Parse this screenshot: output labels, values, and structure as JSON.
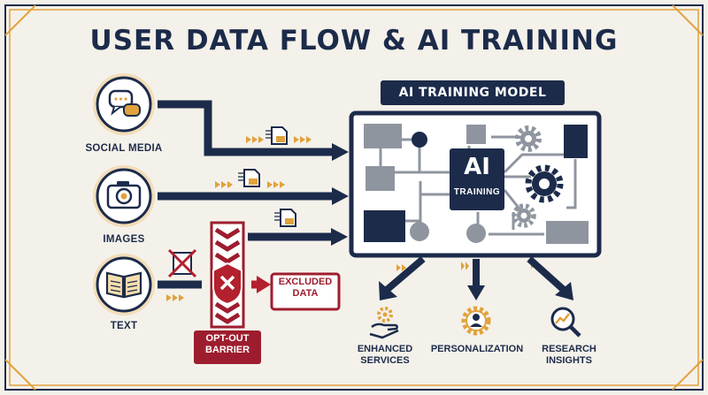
{
  "title": "USER DATA FLOW & AI TRAINING",
  "colors": {
    "navy": "#1c2b4a",
    "gold": "#e0a23c",
    "crimson": "#9d1d2e",
    "gray": "#8f959f",
    "background": "#f4f1ea"
  },
  "sources": [
    {
      "label": "SOCIAL MEDIA",
      "icon": "chat-bubbles-icon"
    },
    {
      "label": "IMAGES",
      "icon": "camera-icon"
    },
    {
      "label": "TEXT",
      "icon": "open-book-icon"
    }
  ],
  "model": {
    "label": "AI TRAINING MODEL",
    "core_main": "AI",
    "core_sub": "TRAINING"
  },
  "excluded_label": "EXCLUDED\nDATA",
  "barrier_label": "OPT-OUT\nBARRIER",
  "outputs": [
    {
      "label": "ENHANCED\nSERVICES",
      "icon": "hand-gear-icon"
    },
    {
      "label": "PERSONALIZATION",
      "icon": "user-gear-icon"
    },
    {
      "label": "RESEARCH\nINSIGHTS",
      "icon": "magnifier-chart-icon"
    }
  ]
}
